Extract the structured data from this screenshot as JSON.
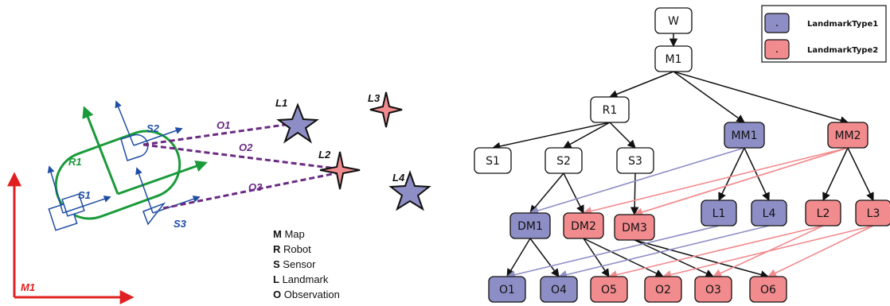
{
  "colors": {
    "type1": "#8e8ec6",
    "type2": "#f28b8e",
    "plain": "#ffffff",
    "robot": "#1a9a3a",
    "sensor": "#1f4ea3",
    "frame": "#e02020",
    "observation": "#6a2a82"
  },
  "left_diagram": {
    "frame_label": "M1",
    "robot_label": "R1",
    "sensor_labels": [
      "S1",
      "S2",
      "S3"
    ],
    "observation_labels": [
      "O1",
      "O2",
      "O3"
    ],
    "landmark_labels": [
      "L1",
      "L2",
      "L3",
      "L4"
    ]
  },
  "key": [
    {
      "letter": "M",
      "text": "Map"
    },
    {
      "letter": "R",
      "text": "Robot"
    },
    {
      "letter": "S",
      "text": "Sensor"
    },
    {
      "letter": "L",
      "text": "Landmark"
    },
    {
      "letter": "O",
      "text": "Observation"
    }
  ],
  "legend": [
    {
      "swatch": ".",
      "label": "LandmarkType1",
      "color": "type1"
    },
    {
      "swatch": ".",
      "label": "LandmarkType2",
      "color": "type2"
    }
  ],
  "tree": {
    "nodes": [
      {
        "id": "W",
        "label": "W",
        "color": "plain"
      },
      {
        "id": "M1",
        "label": "M1",
        "color": "plain"
      },
      {
        "id": "R1",
        "label": "R1",
        "color": "plain"
      },
      {
        "id": "MM1",
        "label": "MM1",
        "color": "type1"
      },
      {
        "id": "MM2",
        "label": "MM2",
        "color": "type2"
      },
      {
        "id": "S1",
        "label": "S1",
        "color": "plain"
      },
      {
        "id": "S2",
        "label": "S2",
        "color": "plain"
      },
      {
        "id": "S3",
        "label": "S3",
        "color": "plain"
      },
      {
        "id": "DM1",
        "label": "DM1",
        "color": "type1"
      },
      {
        "id": "DM2",
        "label": "DM2",
        "color": "type2"
      },
      {
        "id": "DM3",
        "label": "DM3",
        "color": "type2"
      },
      {
        "id": "L1",
        "label": "L1",
        "color": "type1"
      },
      {
        "id": "L4",
        "label": "L4",
        "color": "type1"
      },
      {
        "id": "L2",
        "label": "L2",
        "color": "type2"
      },
      {
        "id": "L3",
        "label": "L3",
        "color": "type2"
      },
      {
        "id": "O1",
        "label": "O1",
        "color": "type1"
      },
      {
        "id": "O4",
        "label": "O4",
        "color": "type1"
      },
      {
        "id": "O5",
        "label": "O5",
        "color": "type2"
      },
      {
        "id": "O2",
        "label": "O2",
        "color": "type2"
      },
      {
        "id": "O3",
        "label": "O3",
        "color": "type2"
      },
      {
        "id": "O6",
        "label": "O6",
        "color": "type2"
      }
    ],
    "edges": [
      {
        "from": "W",
        "to": "M1",
        "color": "black"
      },
      {
        "from": "M1",
        "to": "R1",
        "color": "black"
      },
      {
        "from": "M1",
        "to": "MM1",
        "color": "black"
      },
      {
        "from": "M1",
        "to": "MM2",
        "color": "black"
      },
      {
        "from": "R1",
        "to": "S1",
        "color": "black"
      },
      {
        "from": "R1",
        "to": "S2",
        "color": "black"
      },
      {
        "from": "R1",
        "to": "S3",
        "color": "black"
      },
      {
        "from": "S2",
        "to": "DM1",
        "color": "black"
      },
      {
        "from": "S2",
        "to": "DM2",
        "color": "black"
      },
      {
        "from": "S3",
        "to": "DM3",
        "color": "black"
      },
      {
        "from": "MM1",
        "to": "L1",
        "color": "black"
      },
      {
        "from": "MM1",
        "to": "L4",
        "color": "black"
      },
      {
        "from": "MM2",
        "to": "L2",
        "color": "black"
      },
      {
        "from": "MM2",
        "to": "L3",
        "color": "black"
      },
      {
        "from": "MM1",
        "to": "DM1",
        "color": "type1"
      },
      {
        "from": "MM2",
        "to": "DM2",
        "color": "type2"
      },
      {
        "from": "MM2",
        "to": "DM3",
        "color": "type2"
      },
      {
        "from": "MM2",
        "to": "DM3",
        "color": "type2"
      },
      {
        "from": "DM1",
        "to": "O1",
        "color": "black"
      },
      {
        "from": "DM1",
        "to": "O4",
        "color": "black"
      },
      {
        "from": "DM2",
        "to": "O5",
        "color": "black"
      },
      {
        "from": "DM2",
        "to": "O2",
        "color": "black"
      },
      {
        "from": "DM3",
        "to": "O3",
        "color": "black"
      },
      {
        "from": "DM3",
        "to": "O6",
        "color": "black"
      },
      {
        "from": "L1",
        "to": "O1",
        "color": "type1"
      },
      {
        "from": "L4",
        "to": "O4",
        "color": "type1"
      },
      {
        "from": "L2",
        "to": "O5",
        "color": "type2"
      },
      {
        "from": "L2",
        "to": "O3",
        "color": "type2"
      },
      {
        "from": "L3",
        "to": "O2",
        "color": "type2"
      },
      {
        "from": "L3",
        "to": "O6",
        "color": "type2"
      }
    ]
  }
}
